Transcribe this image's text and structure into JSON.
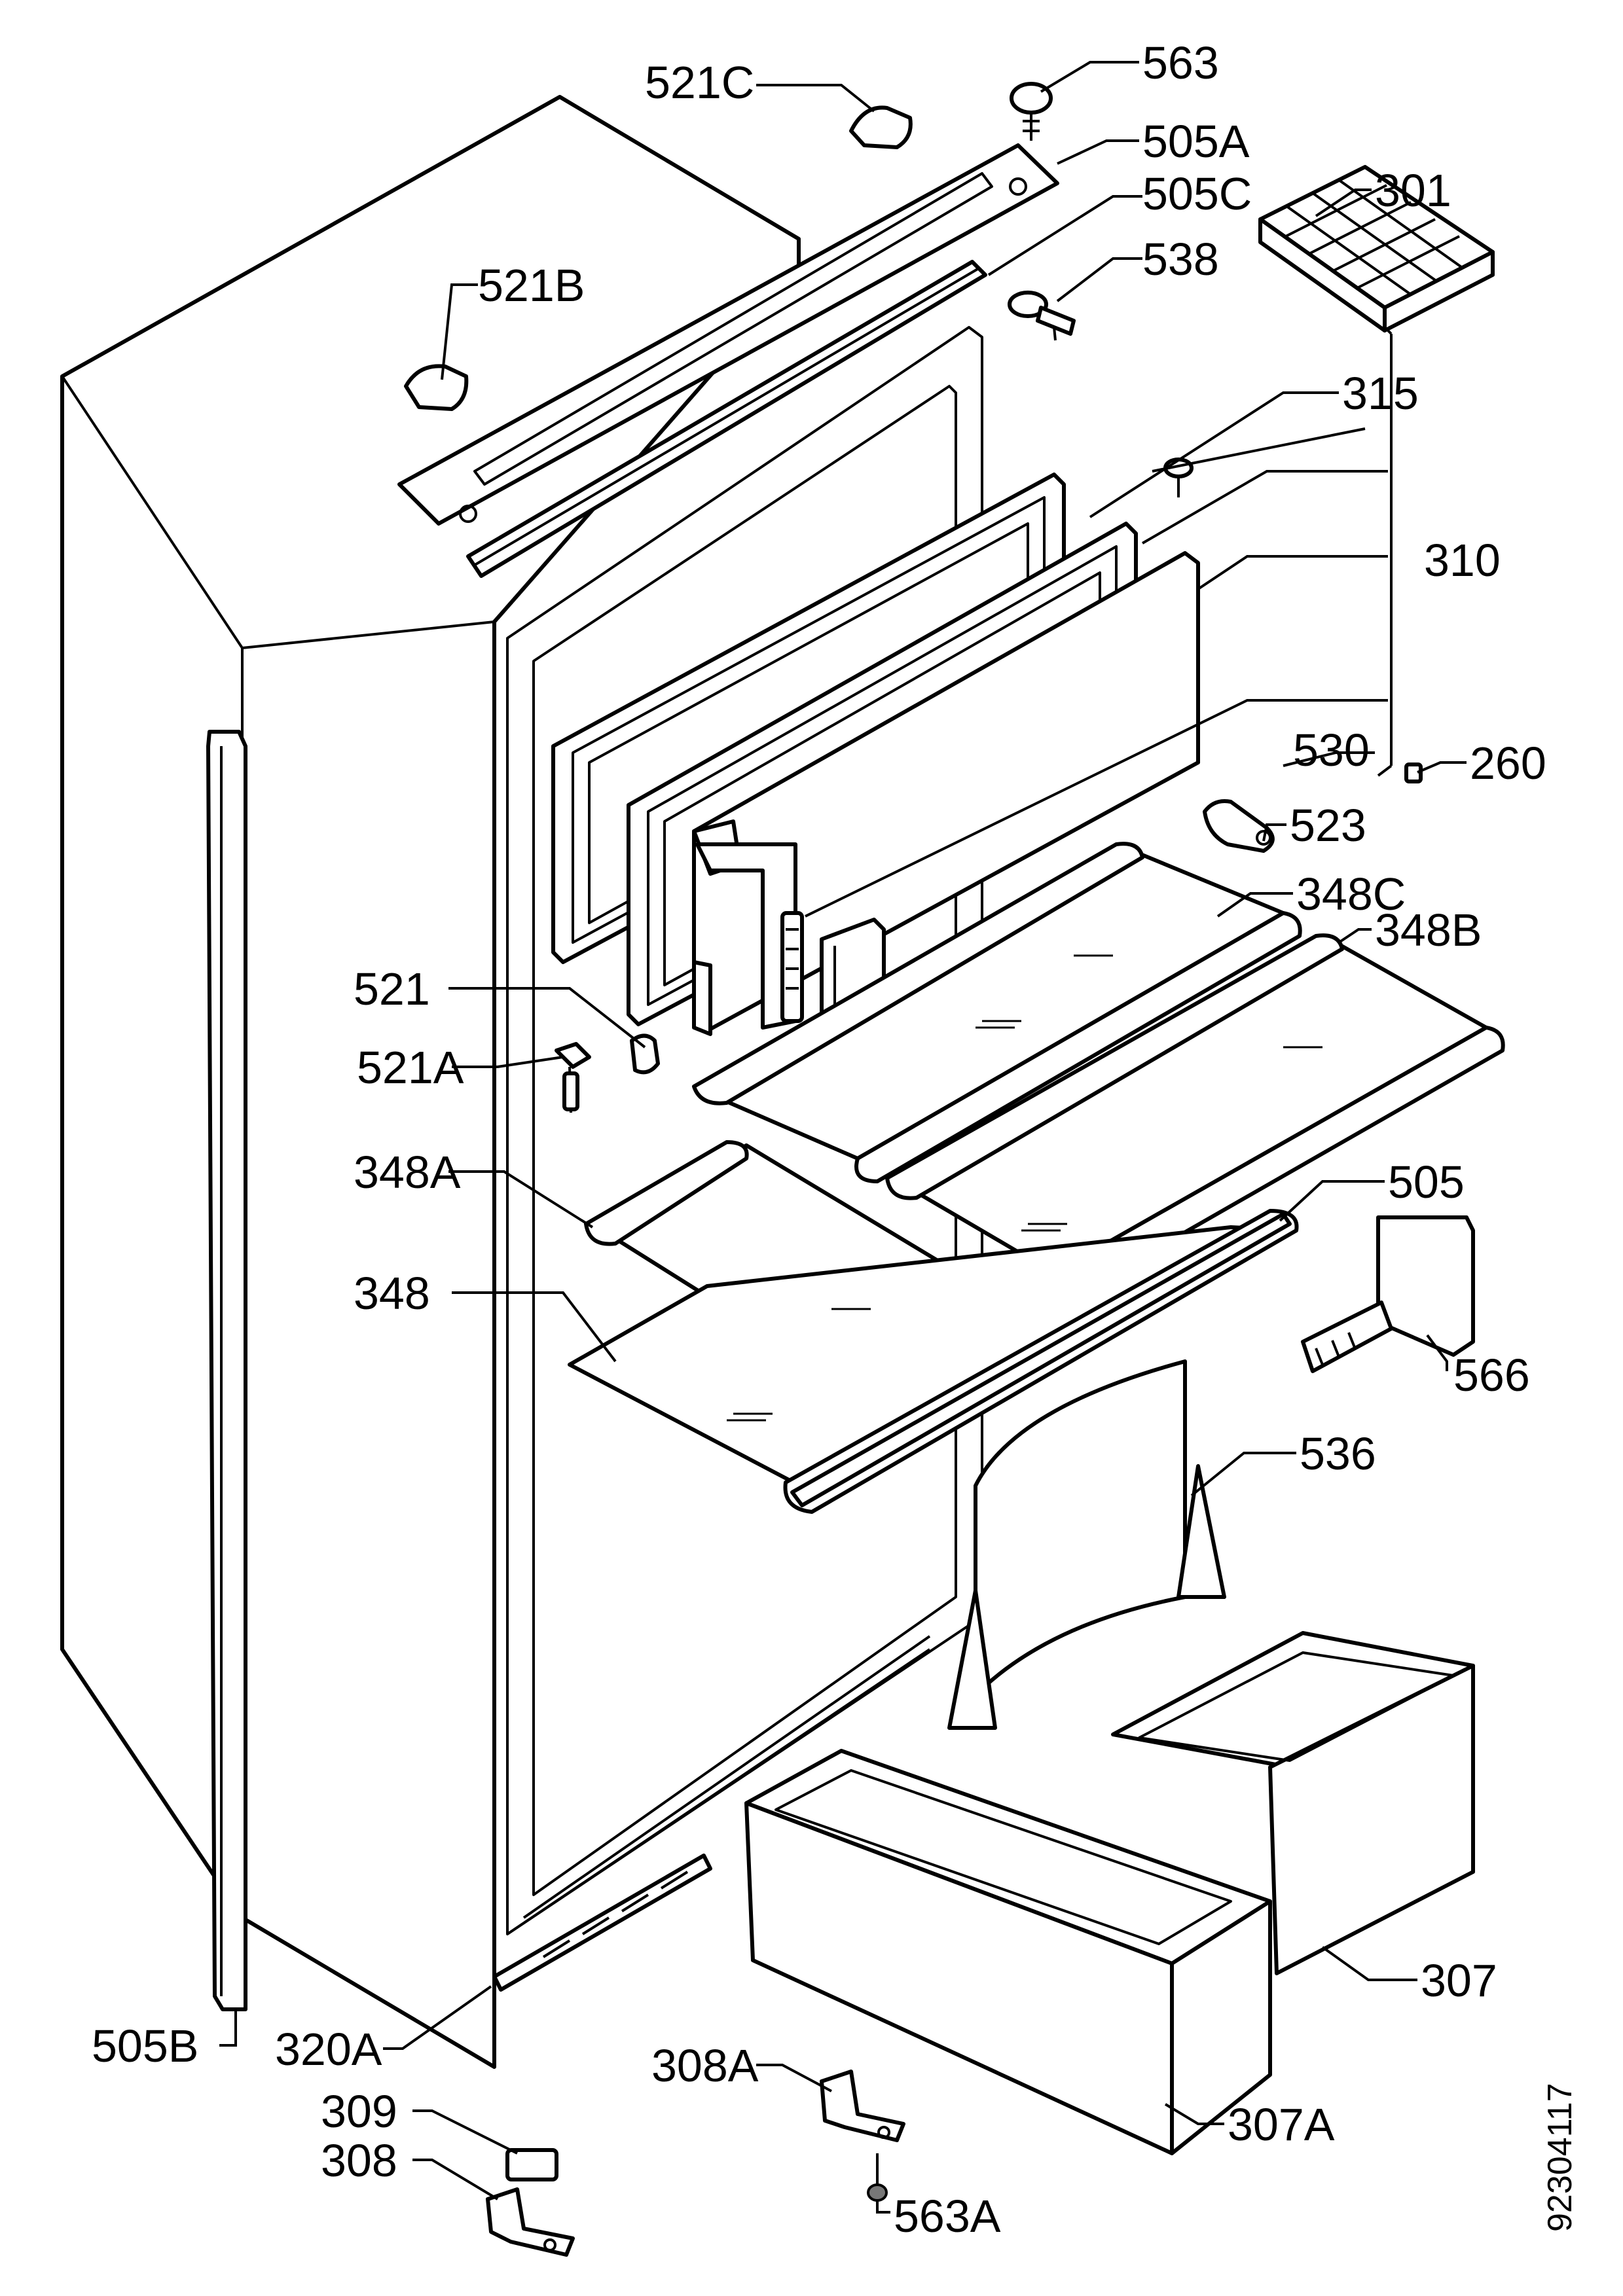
{
  "drawing_number": "92304117",
  "labels": {
    "p521c": "521C",
    "p563": "563",
    "p505a": "505A",
    "p505c": "505C",
    "p301": "301",
    "p538": "538",
    "p521b": "521B",
    "p315": "315",
    "p310": "310",
    "p260": "260",
    "p530": "530",
    "p523": "523",
    "p348c": "348C",
    "p348b": "348B",
    "p521": "521",
    "p521a": "521A",
    "p348a": "348A",
    "p505": "505",
    "p348": "348",
    "p566": "566",
    "p536": "536",
    "p307": "307",
    "p505b": "505B",
    "p320a": "320A",
    "p308a": "308A",
    "p307a": "307A",
    "p309": "309",
    "p308": "308",
    "p563a": "563A"
  }
}
